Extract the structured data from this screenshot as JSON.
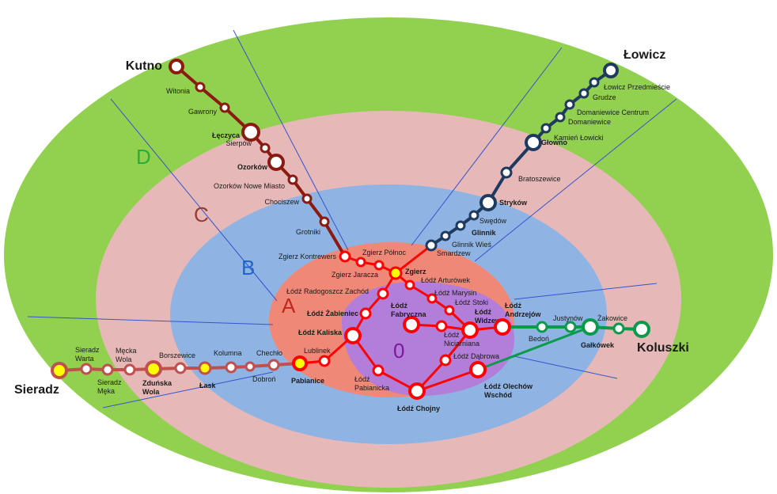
{
  "colors": {
    "zone_d": "#92d050",
    "zone_c": "#e6b9b8",
    "zone_b": "#8fb4e3",
    "zone_a": "#f08878",
    "zone_0": "#b37ed9",
    "line_red": "#ff0000",
    "line_kutno": "#8b1a10",
    "line_sieradz": "#c0504d",
    "line_lowicz": "#1f3a5f",
    "line_koluszki": "#0a9a4a",
    "divider": "#3355cc",
    "hub_fill": "#ffff00"
  },
  "zones": {
    "d": "D",
    "c": "C",
    "b": "B",
    "a": "A",
    "zero": "0"
  },
  "stations": [
    {
      "key": "kutno",
      "label": "Kutno",
      "type": "terminal"
    },
    {
      "key": "witonia",
      "label": "Witonia"
    },
    {
      "key": "gawrony",
      "label": "Gawrony"
    },
    {
      "key": "leczyca",
      "label": "Łęczyca",
      "bold": true
    },
    {
      "key": "sierpow",
      "label": "Sierpów"
    },
    {
      "key": "ozorkow",
      "label": "Ozorków",
      "bold": true
    },
    {
      "key": "ozorkow_nm",
      "label": "Ozorków Nowe Miasto"
    },
    {
      "key": "chociszew",
      "label": "Chociszew"
    },
    {
      "key": "grotniki",
      "label": "Grotniki"
    },
    {
      "key": "zg_kontrewers",
      "label": "Zgierz Kontrewers"
    },
    {
      "key": "zg_polnoc",
      "label": "Zgierz Północ"
    },
    {
      "key": "zg_jaracza",
      "label": "Zgierz Jaracza"
    },
    {
      "key": "zgierz",
      "label": "Zgierz",
      "bold": true
    },
    {
      "key": "radogoszcz",
      "label": "Łódź Radogoszcz Zachód"
    },
    {
      "key": "arturowek",
      "label": "Łódź Arturówek"
    },
    {
      "key": "marysin",
      "label": "Łódź Marysin"
    },
    {
      "key": "stoki",
      "label": "Łódź Stoki"
    },
    {
      "key": "zabieniec",
      "label": "Łódź Żabieniec",
      "bold": true
    },
    {
      "key": "fabryczna",
      "label1": "Łódź",
      "label2": "Fabryczna",
      "bold": true
    },
    {
      "key": "widzew",
      "label1": "Łódź",
      "label2": "Widzew",
      "bold": true
    },
    {
      "key": "andrzejow",
      "label1": "Łódź",
      "label2": "Andrzejów",
      "bold": true
    },
    {
      "key": "kaliska",
      "label": "Łódź Kaliska",
      "bold": true
    },
    {
      "key": "niciarniana",
      "label1": "Łódź",
      "label2": "Niciarniana"
    },
    {
      "key": "lublinek",
      "label": "Lublinek"
    },
    {
      "key": "dabrowa",
      "label": "Łódź Dąbrowa"
    },
    {
      "key": "pabianicka",
      "label1": "Łódź",
      "label2": "Pabianicka"
    },
    {
      "key": "chojny",
      "label": "Łódź Chojny",
      "bold": true
    },
    {
      "key": "olechow",
      "label1": "Łódź Olechów",
      "label2": "Wschód",
      "bold": true
    },
    {
      "key": "pabianice",
      "label": "Pabianice",
      "bold": true
    },
    {
      "key": "chechlo",
      "label": "Chechło"
    },
    {
      "key": "kolumna",
      "label": "Kolumna"
    },
    {
      "key": "dobron",
      "label": "Dobroń"
    },
    {
      "key": "borszewice",
      "label": "Borszewice"
    },
    {
      "key": "lask",
      "label": "Łask",
      "bold": true
    },
    {
      "key": "zdunska",
      "label1": "Zduńska",
      "label2": "Wola",
      "bold": true
    },
    {
      "key": "mecka_wola",
      "label1": "Męcka",
      "label2": "Wola"
    },
    {
      "key": "sieradz_meka",
      "label1": "Sieradz",
      "label2": "Męka"
    },
    {
      "key": "sieradz_warta",
      "label1": "Sieradz",
      "label2": "Warta"
    },
    {
      "key": "sieradz",
      "label": "Sieradz",
      "type": "terminal"
    },
    {
      "key": "smardzew",
      "label": "Smardzew"
    },
    {
      "key": "glinnik_wies",
      "label": "Glinnik Wieś"
    },
    {
      "key": "glinnik",
      "label": "Glinnik",
      "bold": true
    },
    {
      "key": "swedow",
      "label": "Swędów"
    },
    {
      "key": "strykow",
      "label": "Stryków",
      "bold": true
    },
    {
      "key": "bratoszewice",
      "label": "Bratoszewice"
    },
    {
      "key": "glowno",
      "label": "Głowno",
      "bold": true
    },
    {
      "key": "kamien",
      "label": "Kamień Łowicki"
    },
    {
      "key": "domaniewice",
      "label": "Domaniewice"
    },
    {
      "key": "domaniewice_c",
      "label": "Domaniewice Centrum"
    },
    {
      "key": "grudze",
      "label": "Grudze"
    },
    {
      "key": "lowicz_p",
      "label": "Łowicz Przedmieście"
    },
    {
      "key": "lowicz",
      "label": "Łowicz",
      "type": "terminal"
    },
    {
      "key": "bedon",
      "label": "Bedoń"
    },
    {
      "key": "justynow",
      "label": "Justynów"
    },
    {
      "key": "galkowek",
      "label": "Gałkówek",
      "bold": true
    },
    {
      "key": "zakowice",
      "label": "Żakowice"
    },
    {
      "key": "koluszki",
      "label": "Koluszki",
      "type": "terminal"
    }
  ]
}
